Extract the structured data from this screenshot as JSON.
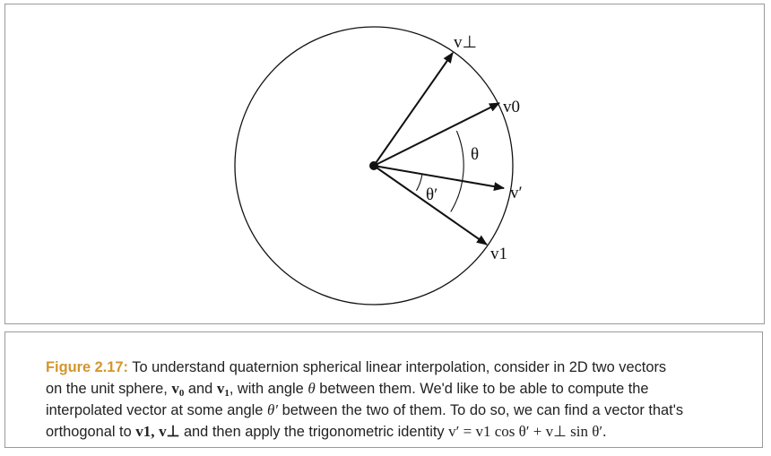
{
  "figure": {
    "labels": {
      "v_perp": "v⊥",
      "v0": "v0",
      "v_prime": "v′",
      "v1": "v1",
      "theta": "θ",
      "theta_prime": "θ′"
    }
  },
  "caption": {
    "label": "Figure 2.17:",
    "line1": "To understand quaternion spherical linear interpolation, consider in 2D two vectors",
    "line2_a": "on the unit sphere,",
    "v0_symbol": "v",
    "v0_sub": "0",
    "and_word": "and",
    "v1_symbol": "v",
    "v1_sub": "1",
    "line2_b": ", with angle",
    "theta": "θ",
    "line2_c": "between them. We'd like to be able to compute the",
    "line3_a": "interpolated vector at some angle",
    "theta_prime": "θ′",
    "line3_b": "between the two of them. To do so, we can find a vector that's",
    "line4_a": "orthogonal to",
    "orth_v1": "v1,",
    "orth_vperp": "v⊥",
    "line4_b": "and then apply the trigonometric identity",
    "identity": "v′ = v1 cos θ′ + v⊥ sin θ′."
  }
}
